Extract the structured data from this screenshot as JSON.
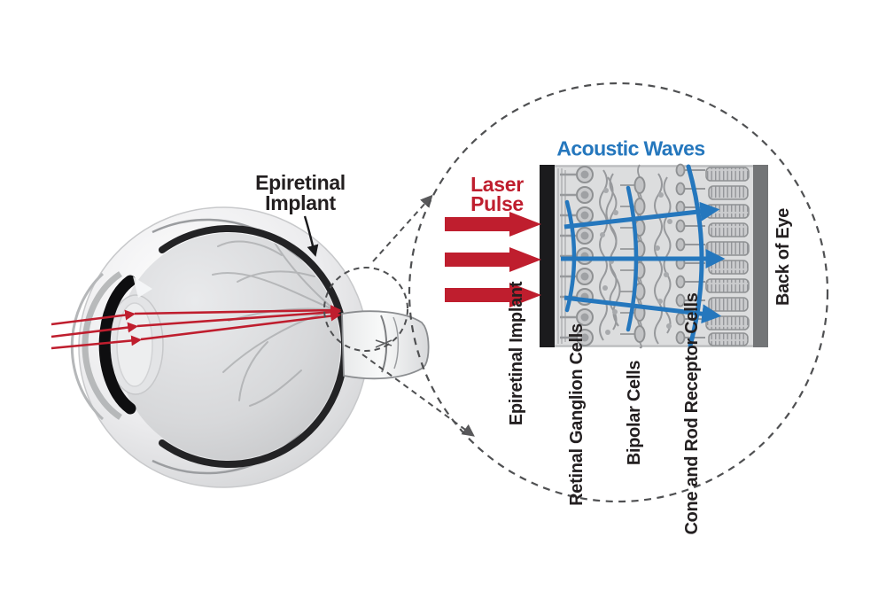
{
  "labels": {
    "eye_implant": {
      "line1": "Epiretinal",
      "line2": "Implant"
    },
    "laser_pulse": {
      "line1": "Laser",
      "line2": "Pulse"
    },
    "acoustic_waves": "Acoustic Waves",
    "layer_epiretinal_implant": {
      "line1": "Epiretinal",
      "line2": "Implant"
    },
    "layer_retinal_ganglion": {
      "line1": "Retinal",
      "line2": "Ganglion Cells"
    },
    "layer_bipolar": "Bipolar Cells",
    "layer_cone_rod": {
      "line1": "Cone and Rod",
      "line2": "Receptor Cells"
    },
    "back_of_eye": "Back of Eye"
  },
  "colors": {
    "laser_red": "#bf1e2e",
    "acoustic_blue": "#2577bd",
    "label_black": "#231f20",
    "dash_gray": "#4f5052",
    "implant_bar": "#1b1b1d",
    "back_of_eye_bar": "#737577",
    "tissue_bg": "#dcddde"
  }
}
